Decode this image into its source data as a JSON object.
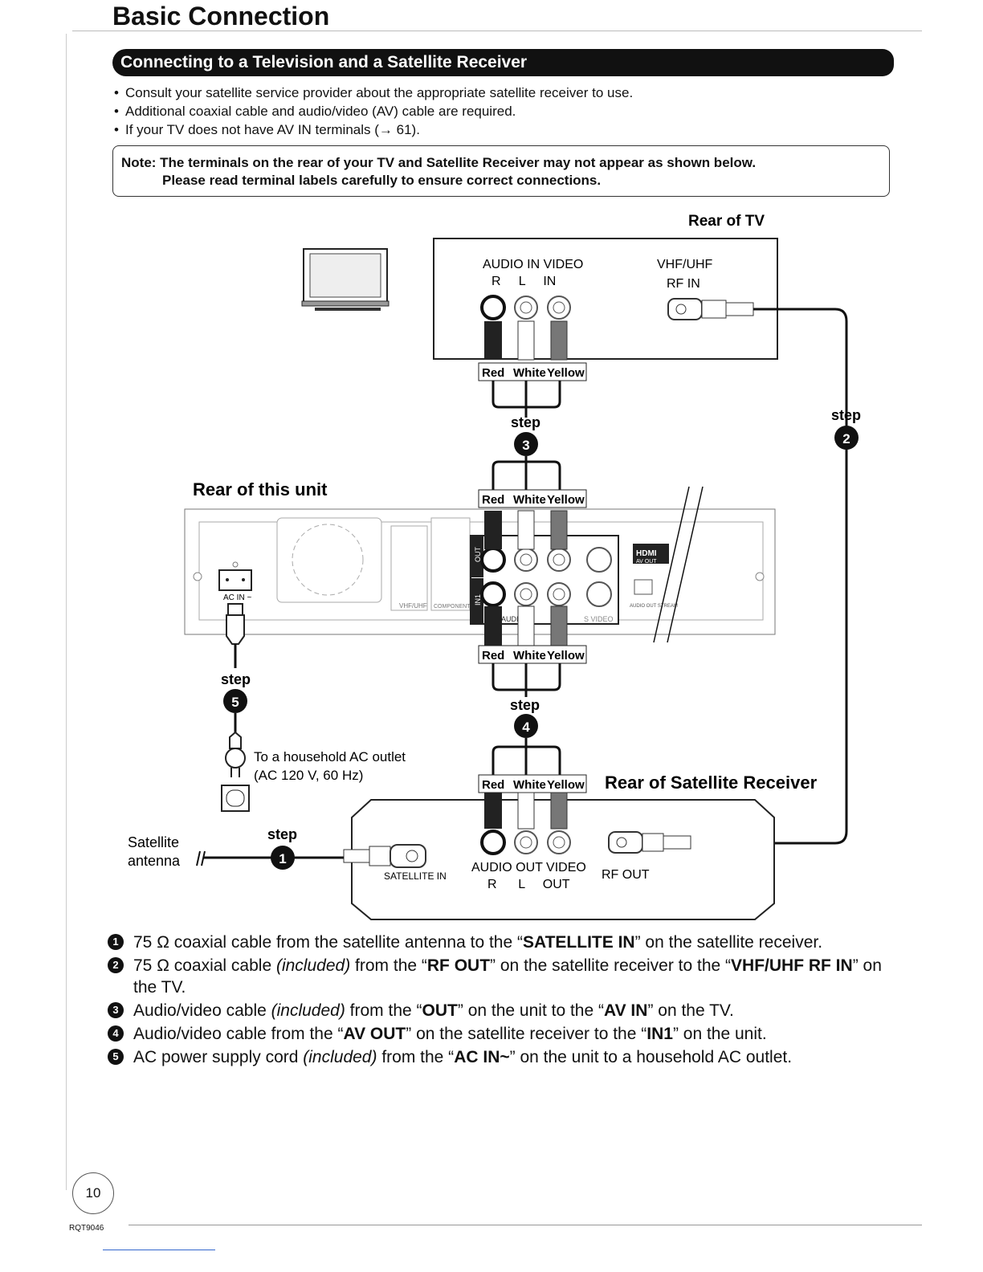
{
  "page": {
    "title": "Basic Connection",
    "section": "Connecting to a Television and a Satellite Receiver",
    "bullets": [
      "Consult your satellite service provider about the appropriate satellite receiver to use.",
      "Additional coaxial cable and audio/video (AV) cable are required.",
      "If your TV does not have AV IN terminals (→ 61)."
    ],
    "note_line1": "Note: The terminals on the rear of your TV and Satellite Receiver may not appear as shown below.",
    "note_line2": "Please read terminal labels carefully to ensure correct connections.",
    "page_number": "10",
    "doc_id": "RQT9046"
  },
  "diagram": {
    "rear_of_tv": "Rear of TV",
    "rear_of_unit": "Rear of this unit",
    "rear_of_satellite": "Rear of Satellite Receiver",
    "tv_audio_in_video": "AUDIO IN VIDEO",
    "tv_r_l_in": "R     L     IN",
    "tv_vhf_uhf": "VHF/UHF",
    "tv_rf_in": "RF IN",
    "cable_red": "Red",
    "cable_white": "White",
    "cable_yellow": "Yellow",
    "step_word": "step",
    "step_1": "1",
    "step_2": "2",
    "step_3": "3",
    "step_4": "4",
    "step_5": "5",
    "ac_outlet_line1": "To a household AC outlet",
    "ac_outlet_line2": "(AC 120 V, 60 Hz)",
    "satellite_antenna_1": "Satellite",
    "satellite_antenna_2": "antenna",
    "satellite_in": "SATELLITE IN",
    "sat_audio_out_video": "AUDIO OUT VIDEO",
    "sat_r_l_out": "R      L     OUT",
    "sat_rf_out": "RF OUT",
    "unit_ac_in": "AC IN ~",
    "unit_out": "OUT",
    "unit_in1": "IN1",
    "unit_hdmi": "HDMI",
    "unit_av_out": "AV OUT",
    "unit_vhf_uhf": "VHF/UHF",
    "unit_component": "COMPONENT VIDEO OUT",
    "unit_svideo": "S VIDEO",
    "unit_audio": "AUDIO",
    "unit_digital": "AUDIO OUT STREAM"
  },
  "instructions": [
    {
      "num": "1",
      "pre": "75 Ω coaxial cable from the satellite antenna to the “",
      "bold1": "SATELLITE IN",
      "mid": "” on the satellite receiver.",
      "italic": "",
      "post": "",
      "bold2": "",
      "end": ""
    },
    {
      "num": "2",
      "pre": "75 Ω coaxial cable ",
      "italic": "(included)",
      "post": " from the “",
      "bold1": "RF OUT",
      "mid": "” on the satellite receiver to the “",
      "bold2": "VHF/UHF RF IN",
      "end": "” on the TV."
    },
    {
      "num": "3",
      "pre": "Audio/video cable ",
      "italic": "(included)",
      "post": " from the “",
      "bold1": "OUT",
      "mid": "” on the unit to the “",
      "bold2": "AV IN",
      "end": "” on the TV."
    },
    {
      "num": "4",
      "pre": "Audio/video cable from the “",
      "italic": "",
      "post": "",
      "bold1": "AV OUT",
      "mid": "” on the satellite receiver to the “",
      "bold2": "IN1",
      "end": "” on the unit."
    },
    {
      "num": "5",
      "pre": "AC power supply cord ",
      "italic": "(included)",
      "post": " from the “",
      "bold1": "AC IN~",
      "mid": "” on the unit to a household AC outlet.",
      "bold2": "",
      "end": ""
    }
  ]
}
